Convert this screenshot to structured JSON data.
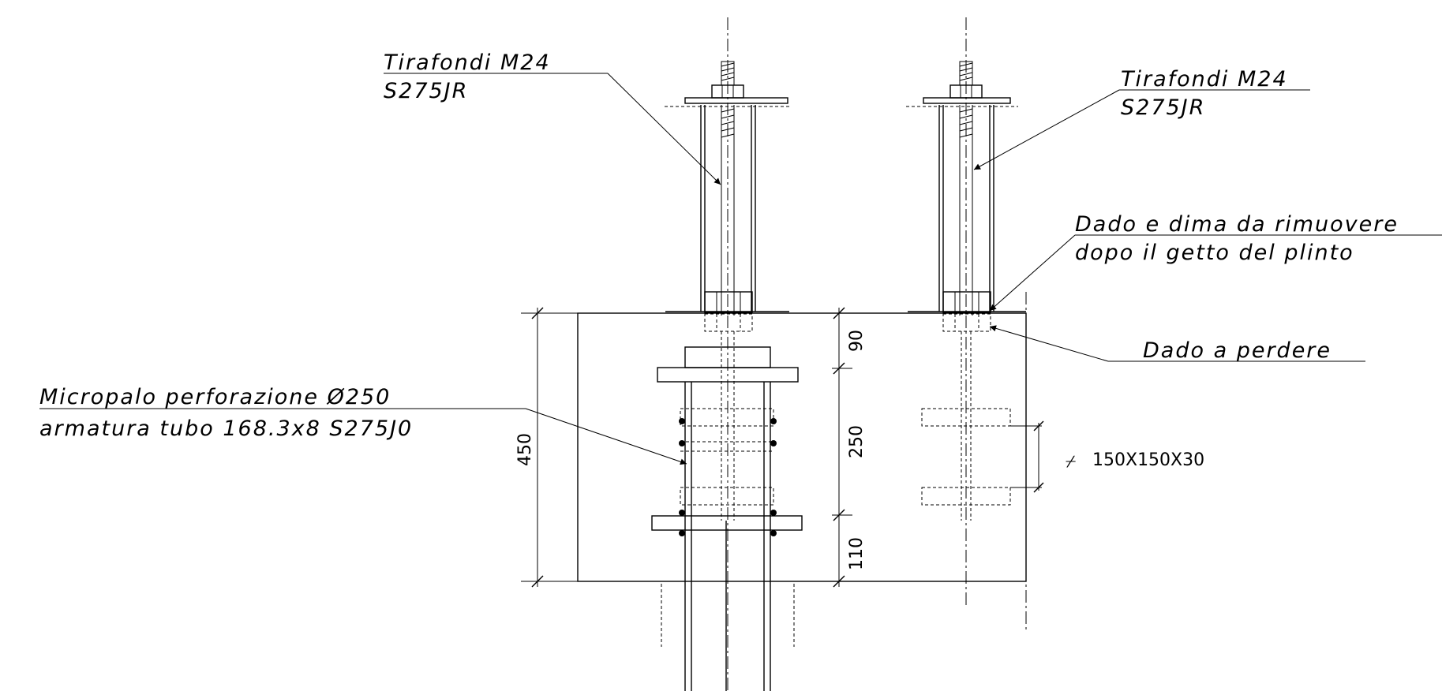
{
  "labels": {
    "tirafondi_left_1": "Tirafondi M24",
    "tirafondi_left_2": "S275JR",
    "tirafondi_right_1": "Tirafondi M24",
    "tirafondi_right_2": "S275JR",
    "dado_dima_1": "Dado e dima da rimuovere",
    "dado_dima_2": "dopo il getto del plinto",
    "dado_perdere": "Dado a perdere",
    "micropalo_1": "Micropalo perforazione Ø250",
    "micropalo_2": "armatura tubo 168.3x8 S275J0"
  },
  "dimensions": {
    "total": "450",
    "top": "90",
    "middle": "250",
    "bottom": "110"
  },
  "plate": {
    "symbol": "⌿",
    "size": "150X150X30"
  }
}
